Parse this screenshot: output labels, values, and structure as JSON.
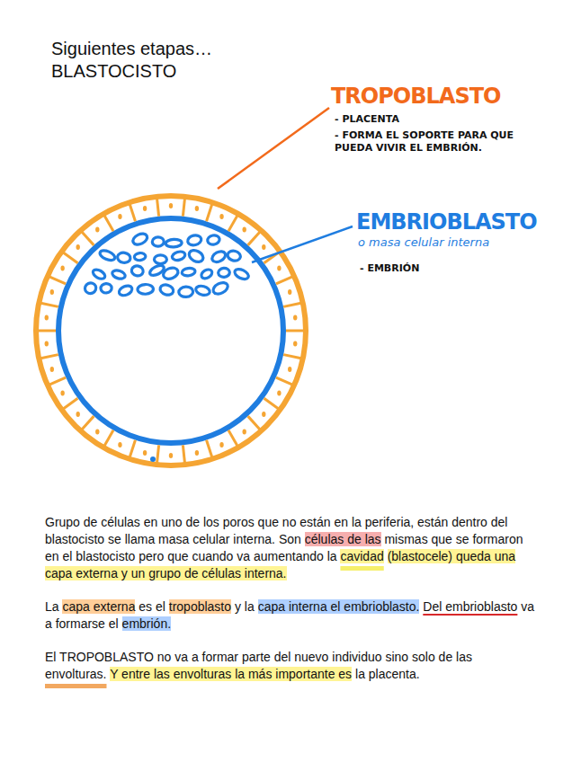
{
  "diagram": {
    "title": "Siguientes etapas… BLASTOCISTO",
    "labels": [
      "TROPOBLASTO",
      "- PLACENTA",
      "- FORMA EL SOPORTE PARA QUE PUEDA VIVIR EL EMBRIÓN.",
      "EMBRIOBLASTO",
      "o masa celular interna",
      "- EMBRIÓN",
      "Grupo de células en uno de los poros que no están en la periferia, están dentro del blastocisto se llama masa celular interna. Son células de las mismas que se formaron en el blastocisto pero que cuando va aumentando la cavidad  (blastocele) queda una capa externa y un grupo de células interna.",
      "La capa externa es el tropoblasto y la capa interna el embrioblasto. Del embrioblasto va a formarse el embrión.",
      "El TROPOBLASTO no va a formar parte del nuevo individuo sino solo de las envolturas. Y entre las envolturas la más importante es la placenta."
    ]
  }
}
